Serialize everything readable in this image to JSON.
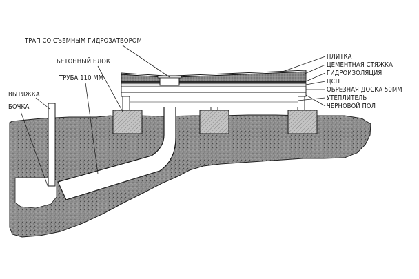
{
  "labels": {
    "trap": "ТРАП СО СЪЕМНЫМ ГИДРОЗАТВОРОМ",
    "concrete_block": "БЕТОННЫЙ БЛОК",
    "pipe": "ТРУБА 110 ММ",
    "vent": "ВЫТЯЖКА",
    "barrel": "БОЧКА",
    "tile": "ПЛИТКА",
    "screed": "ЦЕМЕНТНАЯ СТЯЖКА",
    "waterproofing": "ГИДРОИЗОЛЯЦИЯ",
    "csp": "ЦСП",
    "board": "ОБРЕЗНАЯ ДОСКА 50ММ",
    "insulation": "УТЕПЛИТЕЛЬ",
    "subfloor": "ЧЕРНОВОЙ ПОЛ"
  },
  "colors": {
    "soil": "#8c8c8c",
    "soil_dark": "#555555",
    "block": "#b9b9b9",
    "screed": "#7a7a7a",
    "line": "#1a1a1a"
  }
}
